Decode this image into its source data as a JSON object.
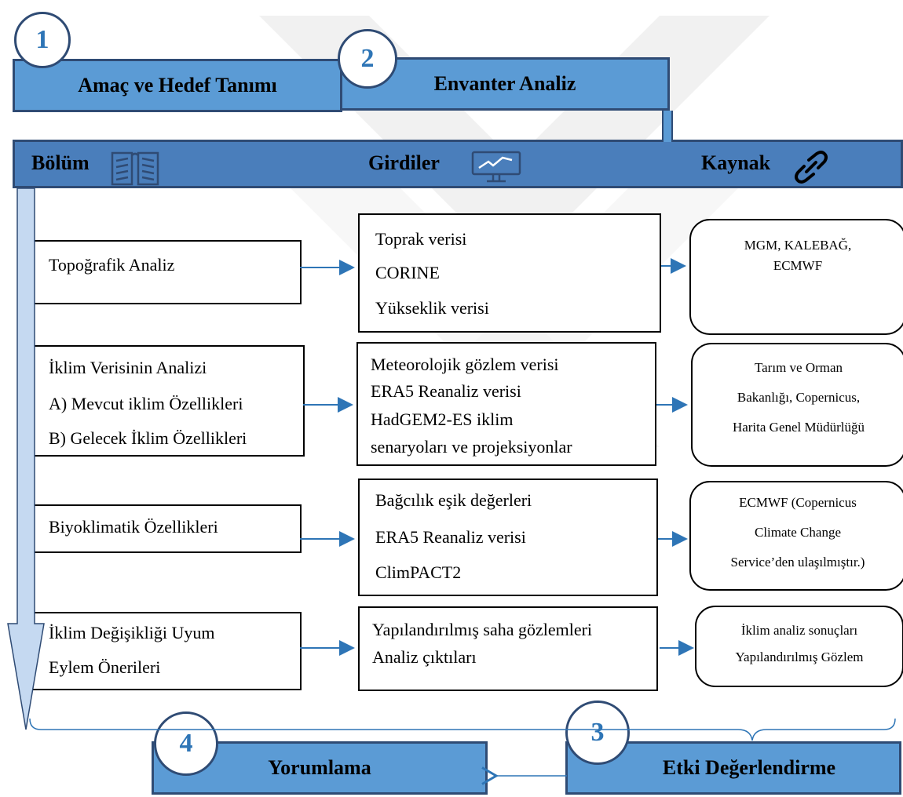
{
  "steps": [
    {
      "number": "1",
      "label": "Amaç ve Hedef Tanımı"
    },
    {
      "number": "2",
      "label": "Envanter Analiz"
    },
    {
      "number": "3",
      "label": "Etki Değerlendirme"
    },
    {
      "number": "4",
      "label": "Yorumlama"
    }
  ],
  "header": {
    "col1": "Bölüm",
    "col2": "Girdiler",
    "col3": "Kaynak",
    "icons": [
      "book-icon",
      "monitor-chart-icon",
      "chain-link-icon"
    ]
  },
  "rows": [
    {
      "section": [
        "Topoğrafik Analiz"
      ],
      "inputs": [
        "Toprak verisi",
        "CORINE",
        "Yükseklik verisi"
      ],
      "sources": [
        "MGM, KALEBAĞ,",
        "ECMWF"
      ]
    },
    {
      "section": [
        "İklim Verisinin Analizi",
        "A) Mevcut iklim Özellikleri",
        "B) Gelecek İklim Özellikleri"
      ],
      "inputs": [
        "Meteorolojik gözlem verisi",
        "ERA5 Reanaliz verisi",
        "HadGEM2-ES iklim",
        "senaryoları ve projeksiyonlar"
      ],
      "sources": [
        "Tarım ve Orman",
        "Bakanlığı, Copernicus,",
        "Harita Genel Müdürlüğü"
      ]
    },
    {
      "section": [
        "Biyoklimatik Özellikleri"
      ],
      "inputs": [
        "Bağcılık eşik değerleri",
        "ERA5 Reanaliz verisi",
        "ClimPACT2"
      ],
      "sources": [
        "ECMWF (Copernicus",
        "Climate Change",
        "Service’den ulaşılmıştır.)"
      ]
    },
    {
      "section": [
        "İklim Değişikliği Uyum",
        "Eylem Önerileri"
      ],
      "inputs": [
        "Yapılandırılmış saha gözlemleri",
        "Analiz çıktıları"
      ],
      "sources": [
        "İklim analiz sonuçları",
        "Yapılandırılmış Gözlem"
      ]
    }
  ],
  "colors": {
    "box_fill": "#5b9bd5",
    "box_border": "#2f4b74",
    "number": "#2e75b6",
    "arrow": "#2e75b6",
    "side_arrow": "#c5d9f1"
  }
}
